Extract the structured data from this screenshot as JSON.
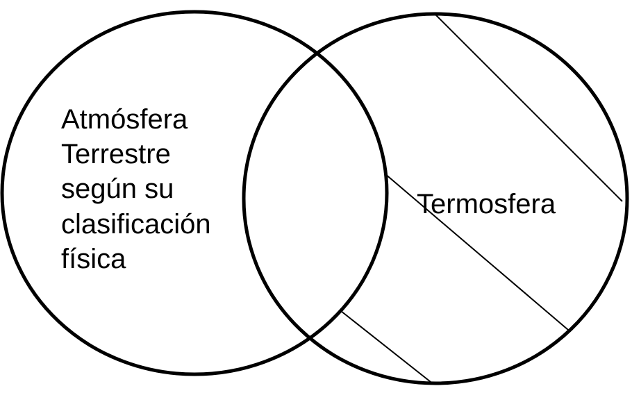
{
  "diagram": {
    "type": "venn",
    "left_set": {
      "label_lines": [
        "Atmósfera",
        "Terrestre",
        "según su",
        "clasificación",
        "física"
      ]
    },
    "right_set": {
      "label": "Termosfera",
      "hatched": true
    },
    "colors": {
      "stroke": "#000000",
      "background": "#ffffff"
    }
  }
}
